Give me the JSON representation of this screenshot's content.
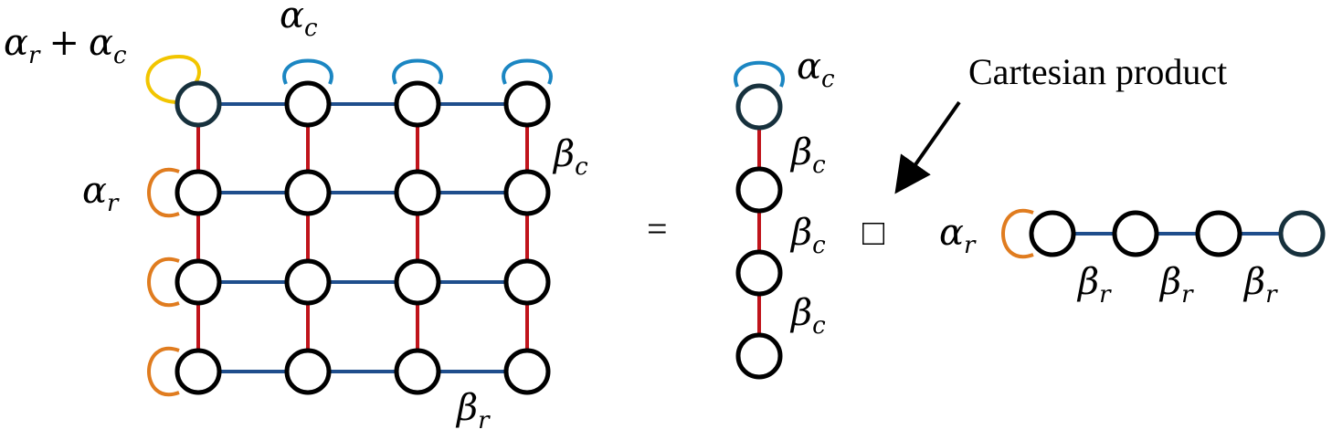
{
  "colors": {
    "yellow_loop": "#f2c500",
    "blue_loop": "#1b86c2",
    "orange_loop": "#e07c1f",
    "row_edge": "#1f4e8c",
    "col_edge": "#c0141b",
    "node_stroke": "#000000"
  },
  "labels": {
    "corner_alpha": "α",
    "corner_alpha_sub": "r",
    "corner_plus": "+",
    "corner_alpha2": "α",
    "corner_alpha2_sub": "c",
    "top_alpha": "α",
    "top_alpha_sub": "c",
    "grid_beta_c": "β",
    "grid_beta_c_sub": "c",
    "grid_alpha_r": "α",
    "grid_alpha_r_sub": "r",
    "grid_beta_r": "β",
    "grid_beta_r_sub": "r",
    "equals": "=",
    "col_alpha": "α",
    "col_alpha_sub": "c",
    "col_beta": "β",
    "col_beta_sub": "c",
    "box_operator": "□",
    "cartesian_product": "Cartesian product",
    "row_alpha": "α",
    "row_alpha_sub": "r",
    "row_beta": "β",
    "row_beta_sub": "r"
  }
}
